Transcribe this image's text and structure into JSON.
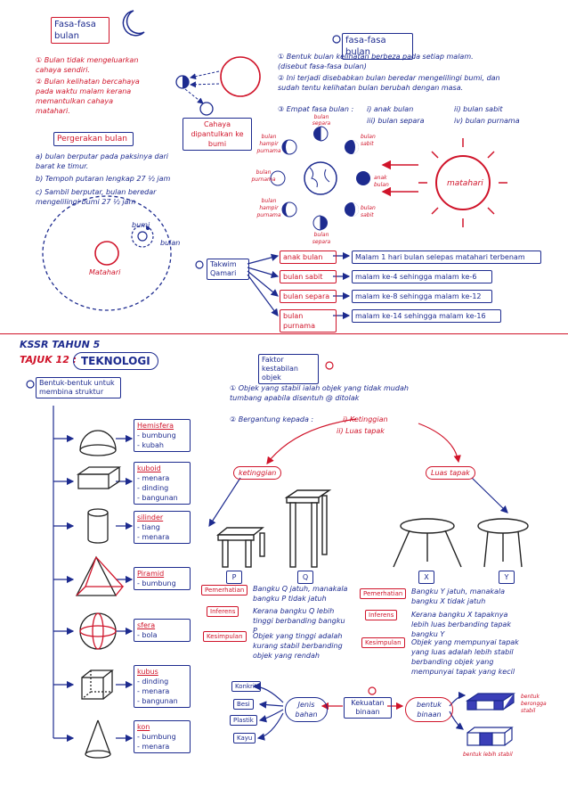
{
  "top_left": {
    "title": "Fasa-fasa bulan",
    "note1": "① Bulan tidak mengeluarkan cahaya sendiri.",
    "note2": "② Bulan kelihatan bercahaya pada waktu malam kerana memantulkan cahaya matahari.",
    "caption": "Cahaya dipantulkan ke bumi",
    "section_title": "Pergerakan bulan",
    "a": "a) bulan berputar pada paksinya dari barat ke timur.",
    "b": "b) Tempoh putaran lengkap 27 ½ jam",
    "c": "c) Sambil berputar, bulan beredar mengelilingi bumi 27 ½ jam",
    "bumi": "bumi",
    "bulan": "bulan",
    "matahari": "Matahari"
  },
  "top_right": {
    "title": "fasa-fasa bulan",
    "p1": "① Bentuk bulan kelihatan berbeza pada setiap malam. (disebut fasa-fasa bulan)",
    "p2": "② Ini terjadi disebabkan bulan beredar mengelilingi bumi, dan sudah tentu kelihatan bulan berubah dengan masa.",
    "p3": "③ Empat fasa bulan :",
    "phases_list": [
      "i) anak bulan",
      "ii) bulan sabit",
      "iii) bulan separa",
      "iv) bulan purnama"
    ],
    "diagram_labels": {
      "top": "bulan separa",
      "top_left": "bulan hampir purnama",
      "left": "bulan purnama",
      "bottom_left": "bulan hampir purnama",
      "bottom": "bulan separa",
      "top_right": "bulan sabit",
      "right": "anak bulan",
      "bottom_right": "bulan sabit",
      "sun": "matahari"
    },
    "takwim_title": "Takwim Qamari",
    "takwim": [
      {
        "phase": "anak bulan",
        "desc": "Malam 1 hari bulan selepas matahari terbenam"
      },
      {
        "phase": "bulan sabit",
        "desc": "malam ke-4 sehingga malam ke-6"
      },
      {
        "phase": "bulan separa",
        "desc": "malam ke-8 sehingga malam ke-12"
      },
      {
        "phase": "bulan purnama",
        "desc": "malam ke-14 sehingga malam ke-16"
      }
    ]
  },
  "bottom": {
    "header1": "KSSR TAHUN 5",
    "header2": "TAJUK 12 :",
    "header3": "TEKNOLOGI",
    "shapes_title": "Bentuk-bentuk untuk membina struktur",
    "shapes": [
      {
        "name": "Hemisfera",
        "items": [
          "- bumbung",
          "- kubah"
        ]
      },
      {
        "name": "kuboid",
        "items": [
          "- menara",
          "- dinding",
          "- bangunan"
        ]
      },
      {
        "name": "silinder",
        "items": [
          "- tiang",
          "- menara"
        ]
      },
      {
        "name": "Piramid",
        "items": [
          "- bumbung"
        ]
      },
      {
        "name": "sfera",
        "items": [
          "- bola"
        ]
      },
      {
        "name": "kubus",
        "items": [
          "- dinding",
          "- menara",
          "- bangunan"
        ]
      },
      {
        "name": "kon",
        "items": [
          "- bumbung",
          "- menara"
        ]
      }
    ],
    "factor_title": "Faktor kestabilan objek",
    "f1": "① Objek yang stabil ialah objek yang tidak mudah tumbang apabila disentuh @ ditolak",
    "f2": "② Bergantung kepada :",
    "f2a": "i) Ketinggian",
    "f2b": "ii) Luas tapak",
    "ketinggian": "ketinggian",
    "luas_tapak": "Luas tapak",
    "labels": [
      "P",
      "Q",
      "X",
      "Y"
    ],
    "left_obs": {
      "pemerhatian_label": "Pemerhatian",
      "pemerhatian": "Bangku Q jatuh, manakala bangku P tidak jatuh",
      "inferens_label": "Inferens",
      "inferens": "Kerana bangku Q lebih tinggi berbanding bangku P",
      "kesimpulan_label": "Kesimpulan",
      "kesimpulan": "Objek yang tinggi adalah kurang stabil berbanding objek yang rendah"
    },
    "right_obs": {
      "pemerhatian_label": "Pemerhatian",
      "pemerhatian": "Bangku Y jatuh, manakala bangku X tidak jatuh",
      "inferens_label": "Inferens",
      "inferens": "Kerana bangku X tapaknya lebih luas berbanding tapak bangku Y",
      "kesimpulan_label": "Kesimpulan",
      "kesimpulan": "Objek yang mempunyai tapak yang luas adalah lebih stabil berbanding objek yang mempunyai tapak yang kecil"
    },
    "materials": [
      "Konkrit",
      "Besi",
      "Plastik",
      "Kayu"
    ],
    "jenis_bahan": "Jenis bahan",
    "kekuatan_binaan": "Kekuatan binaan",
    "bentuk_binaan": "bentuk binaan",
    "bentuk_berongga": "bentuk berongga stabil",
    "bentuk_lebih_stabil": "bentuk lebih stabil"
  },
  "colors": {
    "red": "#d0142a",
    "blue": "#1d2b8f"
  }
}
